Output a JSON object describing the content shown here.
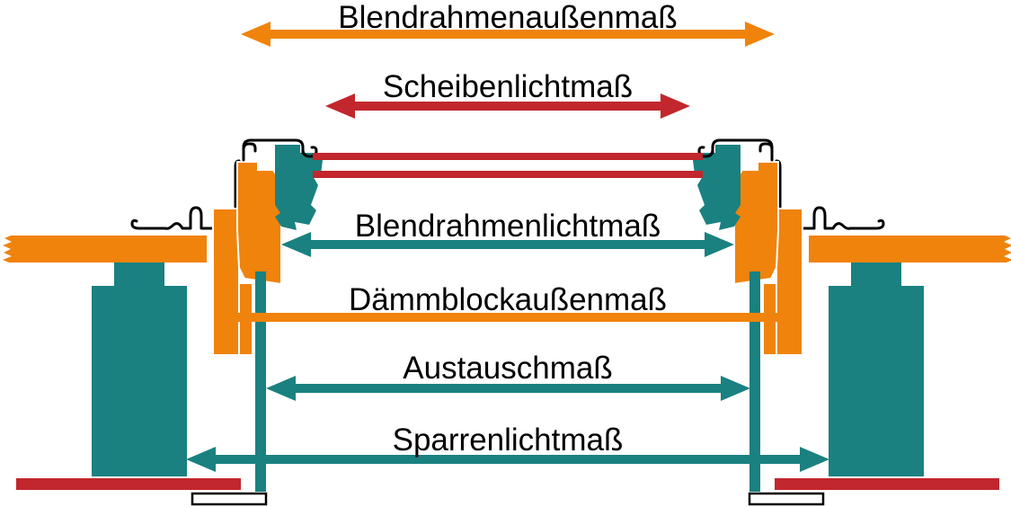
{
  "diagram": {
    "description": "Roof window cross-section with measurement terminology",
    "colors": {
      "orange": "#F0830B",
      "teal": "#1A8180",
      "red": "#C1272D",
      "outline": "#000000",
      "background": "#FFFFFF"
    },
    "measurements": [
      {
        "label": "Blendrahmenaußenmaß",
        "arrow_color": "#F0830B",
        "arrow_style": "double-headed"
      },
      {
        "label": "Scheibenlichtmaß",
        "arrow_color": "#C1272D",
        "arrow_style": "double-headed"
      },
      {
        "label": "Blendrahmenlichtmaß",
        "arrow_color": "#1A8180",
        "arrow_style": "double-headed"
      },
      {
        "label": "Dämmblockaußenmaß",
        "arrow_color": "#F0830B",
        "arrow_style": "bar"
      },
      {
        "label": "Austauschmaß",
        "arrow_color": "#1A8180",
        "arrow_style": "double-headed"
      },
      {
        "label": "Sparrenlichtmaß",
        "arrow_color": "#1A8180",
        "arrow_style": "double-headed"
      }
    ]
  }
}
